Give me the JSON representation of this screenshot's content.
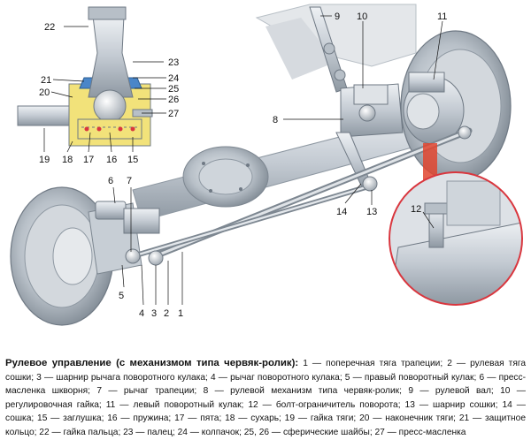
{
  "caption": {
    "title": "Рулевое управление (с механизмом типа червяк-ролик):",
    "text": " 1 — поперечная тяга трапеции; 2 — рулевая тяга сошки; 3 — шарнир рычага поворотного кулака; 4 — рычаг поворотного кулака; 5 — правый поворотный кулак; 6 — пресс-масленка шкворня; 7 — рычаг трапеции; 8 — рулевой механизм типа червяк-ролик; 9 — рулевой вал; 10 — регулировочная гайка; 11 — левый поворотный кулак; 12 — болт-ограничитель поворота; 13 — шарнир сошки; 14 — сошка; 15 — заглушка; 16 — пружина; 17 — пята; 18 — сухарь; 19 — гайка тяги; 20 — наконечник тяги; 21 — защитное кольцо; 22 — гайка пальца; 23 — палец; 24 — колпачок; 25, 26 — сферические шайбы; 27 — пресс-масленка"
  },
  "labels": {
    "l1": "1",
    "l2": "2",
    "l3": "3",
    "l4": "4",
    "l5": "5",
    "l6": "6",
    "l7": "7",
    "l8": "8",
    "l9": "9",
    "l10": "10",
    "l11": "11",
    "l12": "12",
    "l13": "13",
    "l14": "14",
    "l15": "15",
    "l16": "16",
    "l17": "17",
    "l18": "18",
    "l19": "19",
    "l20": "20",
    "l21": "21",
    "l22": "22",
    "l23": "23",
    "l24": "24",
    "l25": "25",
    "l26": "26",
    "l27": "27"
  },
  "colors": {
    "metal": "#c9cfd6",
    "metal_dark": "#8f99a3",
    "inset_yellow": "#f2e27a",
    "callout_red": "#d9363e",
    "arrow_red": "#e0452f"
  }
}
